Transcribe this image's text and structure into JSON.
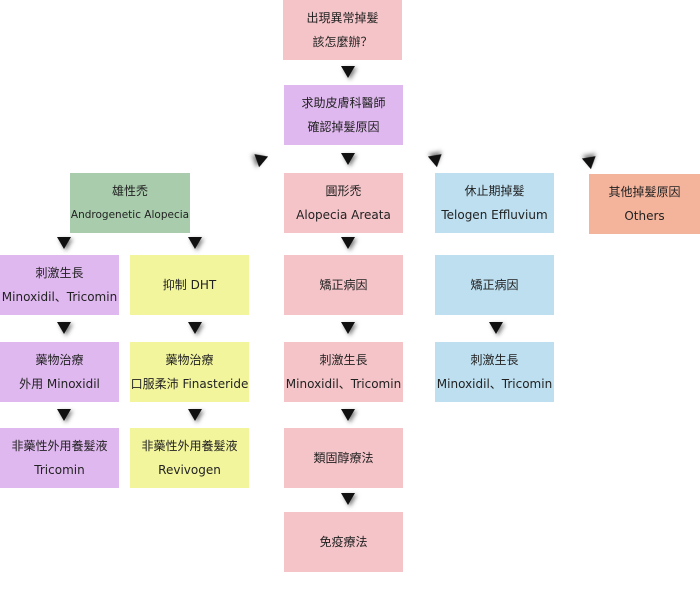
{
  "nodes": {
    "start": [
      "出現異常掉髮",
      "該怎麼辦？"
    ],
    "doctor": [
      "求助皮膚科醫師",
      "確認掉髮原因"
    ],
    "androgenetic": [
      "雄性禿",
      "Androgenetic  Alopecia"
    ],
    "areata": [
      "圓形禿",
      "Alopecia Areata"
    ],
    "telogen": [
      "休止期掉髮",
      "Telogen  Effluvium"
    ],
    "others": [
      "其他掉髮原因",
      "Others"
    ],
    "a_stim": [
      "刺激生長",
      "Minoxidil、Tricomin"
    ],
    "a_dht": [
      "抑制 DHT"
    ],
    "aa_correct": [
      "矯正病因"
    ],
    "te_correct": [
      "矯正病因"
    ],
    "a_med": [
      "藥物治療",
      "外用 Minoxidil"
    ],
    "a_fin": [
      "藥物治療",
      "口服柔沛 Finasteride"
    ],
    "aa_stim": [
      "刺激生長",
      "Minoxidil、Tricomin"
    ],
    "te_stim": [
      "刺激生長",
      "Minoxidil、Tricomin"
    ],
    "a_nondrug1": [
      "非藥性外用養髮液",
      "Tricomin"
    ],
    "a_nondrug2": [
      "非藥性外用養髮液",
      "Revivogen"
    ],
    "aa_steroid": [
      "類固醇療法"
    ],
    "aa_immune": [
      "免疫療法"
    ]
  },
  "colors": {
    "pink": "#f4c4c8",
    "purple": "#e0b8f0",
    "green": "#a9cdac",
    "yellow": "#f2f59c",
    "blue": "#bddff0",
    "salmon": "#f4b49c"
  }
}
